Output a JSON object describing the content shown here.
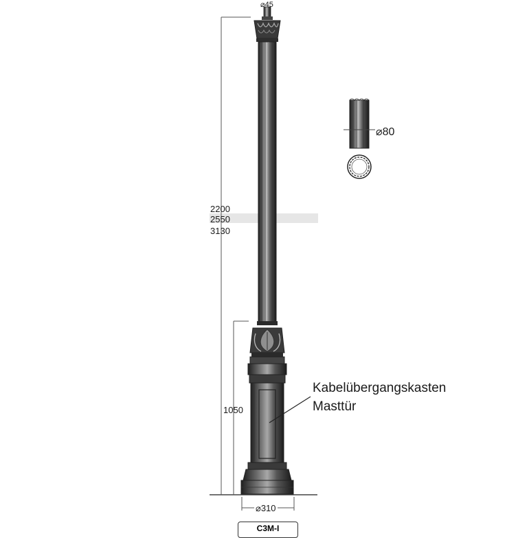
{
  "dimensions": {
    "top_diameter": "⌀45",
    "shaft_diameter": "⌀80",
    "base_diameter": "⌀310",
    "heights": [
      "2200",
      "2550",
      "3130"
    ],
    "base_height": "1050"
  },
  "callout": {
    "line1": "Kabelübergangskasten",
    "line2": "Masttür"
  },
  "model_tag": "C3M-I",
  "colors": {
    "metal_dark": "#2b2b2b",
    "metal_mid": "#5a5a5a",
    "metal_light": "#9a9a9a",
    "highlight_band": "#e6e6e6"
  }
}
